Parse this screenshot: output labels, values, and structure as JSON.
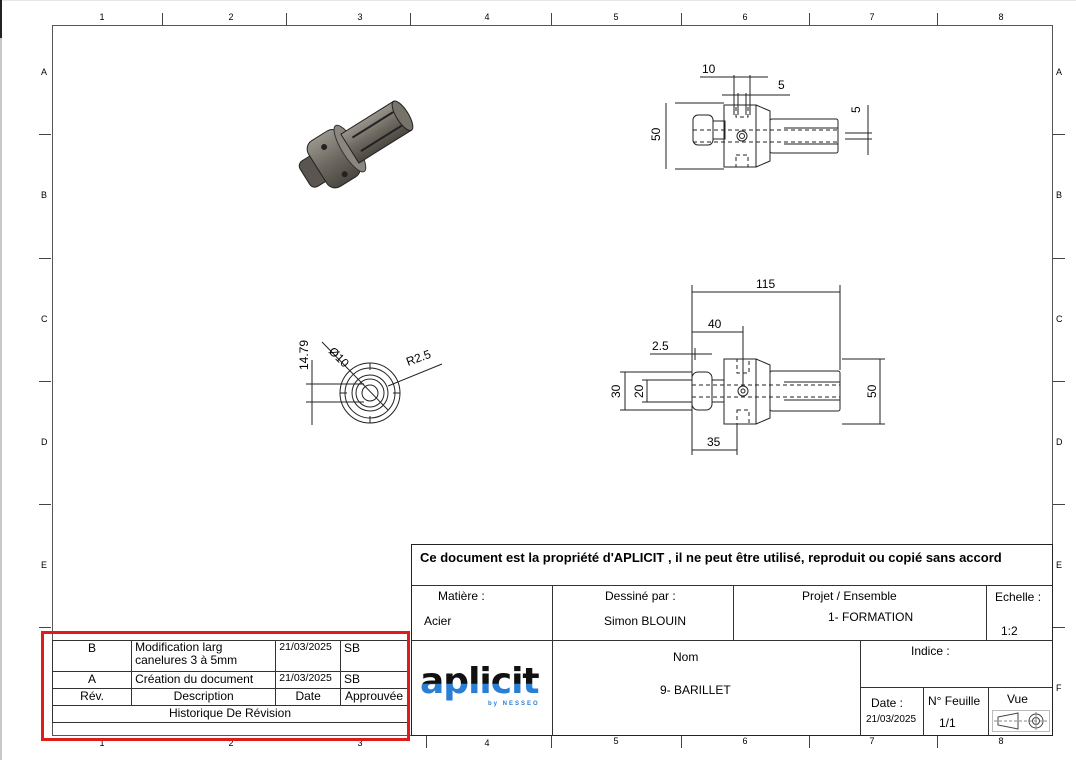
{
  "sheet": {
    "column_zones": [
      "1",
      "2",
      "3",
      "4",
      "5",
      "6",
      "7",
      "8"
    ],
    "row_zones": [
      "A",
      "B",
      "C",
      "D",
      "E",
      "F"
    ]
  },
  "views": {
    "isometric": {
      "label": "3D isometric view of barillet"
    },
    "top_view": {
      "dims": {
        "width_10": "10",
        "width_5": "5",
        "height_50": "50",
        "slot_5": "5"
      }
    },
    "side_view": {
      "dims": {
        "height_14_79": "14.79",
        "diameter_10": "Ø10",
        "radius_2_5": "R2.5"
      }
    },
    "front_view": {
      "dims": {
        "overall_115": "115",
        "to_hole_40": "40",
        "groove_2_5": "2.5",
        "dia_30": "30",
        "dia_20": "20",
        "height_50": "50",
        "head_35": "35"
      }
    }
  },
  "revision_table": {
    "rows": [
      {
        "rev": "B",
        "description_line1": "Modification larg",
        "description_line2": "canelures 3 à 5mm",
        "date": "21/03/2025",
        "approved": "SB"
      },
      {
        "rev": "A",
        "description_line1": "Création du document",
        "description_line2": "",
        "date": "21/03/2025",
        "approved": "SB"
      }
    ],
    "headers": {
      "rev": "Rév.",
      "description": "Description",
      "date": "Date",
      "approved": "Approuvée"
    },
    "title": "Historique De Révision",
    "highlight_color": "#e01b1b"
  },
  "title_block": {
    "notice": "Ce document est la propriété d'APLICIT , il ne peut être utilisé, reproduit ou copié sans accord",
    "material_label": "Matière :",
    "material_value": "Acier",
    "drawn_by_label": "Dessiné par :",
    "drawn_by_value": "Simon BLOUIN",
    "project_label": "Projet / Ensemble",
    "project_value": "1- FORMATION",
    "scale_label": "Echelle :",
    "scale_value": "1:2",
    "logo_text": "aplicit",
    "logo_sub": "by NESSEO",
    "logo_colors": {
      "dark": "#111111",
      "blue": "#2a7fd4"
    },
    "name_label": "Nom",
    "name_value": "9- BARILLET",
    "index_label": "Indice :",
    "date_label": "Date :",
    "date_value": "21/03/2025",
    "sheet_label": "N° Feuille",
    "sheet_value": "1/1",
    "view_label": "Vue"
  }
}
